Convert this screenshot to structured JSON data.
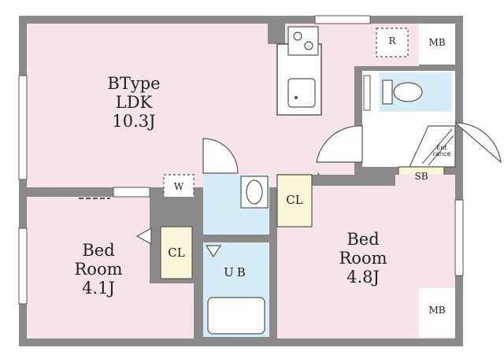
{
  "plan": {
    "type_label": "BType",
    "rooms": {
      "ldk": {
        "name": "LDK",
        "size": "10.3J"
      },
      "bedroom_west": {
        "name_line1": "Bed",
        "name_line2": "Room",
        "size": "4.1J"
      },
      "bedroom_east": {
        "name_line1": "Bed",
        "name_line2": "Room",
        "size": "4.8J"
      }
    },
    "labels": {
      "mb_top": "MB",
      "mb_bottom": "MB",
      "refrigerator": "R",
      "washer": "W",
      "closet_west": "CL",
      "closet_east": "CL",
      "unit_bath": "UB",
      "shoe_box": "SB",
      "entrance_line1": "Ent",
      "entrance_line2": "rance"
    },
    "colors": {
      "wall": "#8a8a8a",
      "room_pink": "#f7e3ea",
      "bath_blue": "#d6ecf6",
      "closet_yellow": "#fbf6d7",
      "white": "#ffffff"
    }
  }
}
